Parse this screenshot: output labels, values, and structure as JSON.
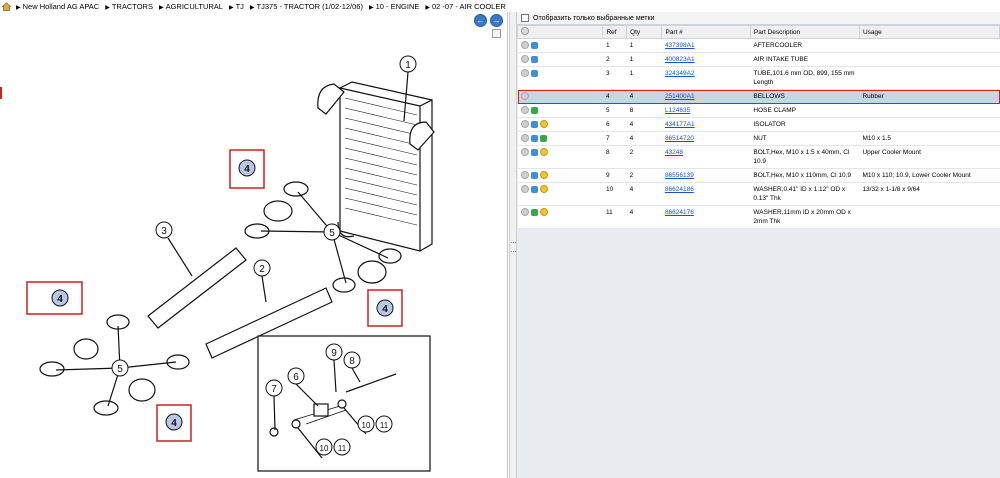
{
  "breadcrumb": {
    "items": [
      "New Holland AG APAC",
      "TRACTORS",
      "AGRICULTURAL",
      "TJ",
      "TJ375 - TRACTOR (1/02-12/06)",
      "10 - ENGINE",
      "02 -07 - AIR COOLER"
    ]
  },
  "filter": {
    "label": "Отобразить только выбранные метки"
  },
  "table": {
    "headers": {
      "ref": "Ref",
      "qty": "Qty",
      "part": "Part #",
      "desc": "Part Description",
      "usage": "Usage"
    },
    "rows": [
      {
        "ref": "1",
        "qty": "1",
        "part": "437398A1",
        "desc": "AFTERCOOLER",
        "usage": "",
        "icons": [
          "blue"
        ]
      },
      {
        "ref": "2",
        "qty": "1",
        "part": "400823A1",
        "desc": "AIR INTAKE TUBE",
        "usage": "",
        "icons": [
          "blue"
        ]
      },
      {
        "ref": "3",
        "qty": "1",
        "part": "324349A2",
        "desc": "TUBE,101.6 mm OD, 899, 155 mm Length",
        "usage": "",
        "icons": [
          "blue"
        ]
      },
      {
        "ref": "4",
        "qty": "4",
        "part": "251400A1",
        "desc": "BELLOWS",
        "usage": "Rubber",
        "icons": [],
        "selected": true
      },
      {
        "ref": "5",
        "qty": "8",
        "part": "L124635",
        "desc": "HOSE CLAMP",
        "usage": "",
        "icons": [
          "green"
        ]
      },
      {
        "ref": "6",
        "qty": "4",
        "part": "434177A1",
        "desc": "ISOLATOR",
        "usage": "",
        "icons": [
          "blue",
          "yellow"
        ]
      },
      {
        "ref": "7",
        "qty": "4",
        "part": "86514720",
        "desc": "NUT",
        "usage": "M10 x 1.5",
        "icons": [
          "blue",
          "green"
        ]
      },
      {
        "ref": "8",
        "qty": "2",
        "part": "43248",
        "desc": "BOLT,Hex, M10 x 1.5 x 40mm, Cl 10.9",
        "usage": "Upper Cooler Mount",
        "icons": [
          "blue",
          "yellow"
        ]
      },
      {
        "ref": "9",
        "qty": "2",
        "part": "86556139",
        "desc": "BOLT,Hex, M10 x 110mm, Cl 10.9",
        "usage": "M10 x 110; 10.9, Lower Cooler Mount",
        "icons": [
          "blue",
          "yellow"
        ]
      },
      {
        "ref": "10",
        "qty": "4",
        "part": "86624186",
        "desc": "WASHER,0.41\" ID x 1.12\" OD x 0.13\" Thk",
        "usage": "13/32 x 1-1/8 x 9/64",
        "icons": [
          "blue",
          "yellow"
        ]
      },
      {
        "ref": "11",
        "qty": "4",
        "part": "86624176",
        "desc": "WASHER,11mm ID x 20mm OD x 2mm Thk",
        "usage": "",
        "icons": [
          "green",
          "yellow"
        ]
      }
    ]
  },
  "diagram": {
    "callouts": [
      "1",
      "2",
      "3",
      "4",
      "5",
      "6",
      "7",
      "8",
      "9",
      "10",
      "11"
    ],
    "highlight_label": "4"
  },
  "colors": {
    "highlight": "#d02020",
    "link": "#1a4fd0",
    "selected_row": "#c9d4e4"
  }
}
